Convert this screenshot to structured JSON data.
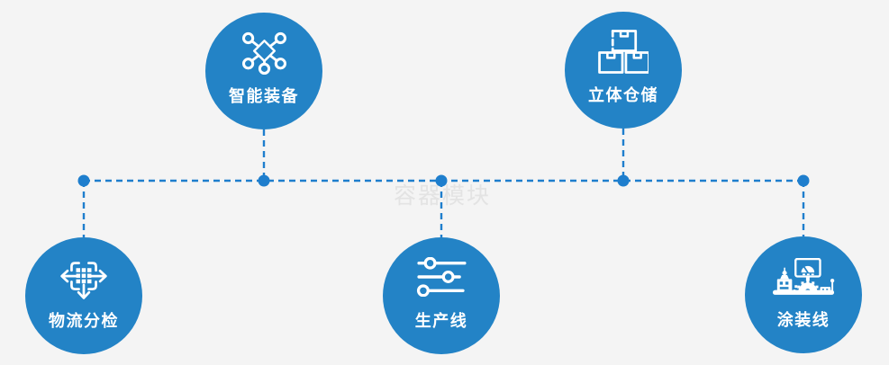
{
  "diagram": {
    "watermark": "容器模块",
    "nodes": [
      {
        "label": "智能装备",
        "icon": "network-molecule-icon"
      },
      {
        "label": "立体仓储",
        "icon": "stacked-boxes-icon"
      },
      {
        "label": "物流分检",
        "icon": "distribute-arrows-icon"
      },
      {
        "label": "生产线",
        "icon": "sliders-icon"
      },
      {
        "label": "涂装线",
        "icon": "machine-console-icon"
      }
    ],
    "colors": {
      "background": "#f4f4f4",
      "node_fill": "#2383c6",
      "connector": "#1e7ecd",
      "icon": "#ffffff",
      "label_text": "#ffffff",
      "watermark_text": "#e3e3e3"
    }
  }
}
